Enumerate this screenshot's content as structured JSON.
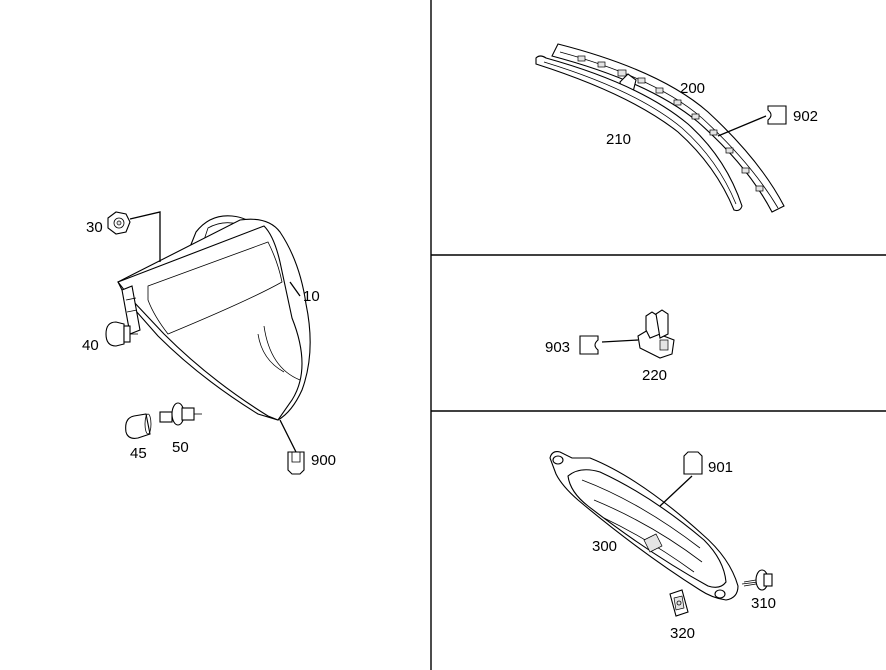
{
  "parts": {
    "p10": "10",
    "p30": "30",
    "p40": "40",
    "p45": "45",
    "p50": "50",
    "p900": "900",
    "p200": "200",
    "p210": "210",
    "p902": "902",
    "p903": "903",
    "p220": "220",
    "p901": "901",
    "p300": "300",
    "p310": "310",
    "p320": "320"
  }
}
